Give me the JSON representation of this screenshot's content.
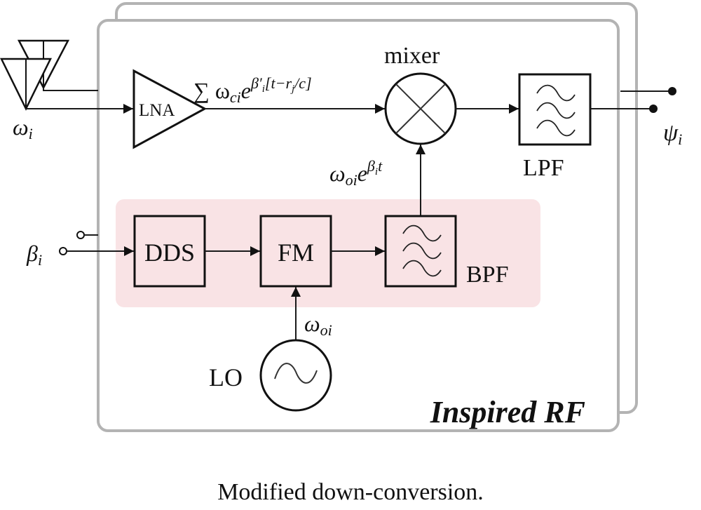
{
  "diagram": {
    "frame_title": "Inspired RF",
    "caption": "Modified down-conversion.",
    "colors": {
      "frame": "#b3b3b3",
      "lo_chain_bg": "#f9e3e5",
      "line": "#111111"
    },
    "antenna_label": "ω",
    "antenna_sub": "i",
    "lna_label": "LNA",
    "signal_sum": "∑ ω",
    "signal_sum_sub": "ci",
    "signal_e": "e",
    "signal_exp": "β′",
    "signal_exp_sub": "i",
    "signal_exp_tail": "[t−r",
    "signal_exp_tail_sub": "j",
    "signal_exp_end": "/c]",
    "mixer_label": "mixer",
    "lpf_label": "LPF",
    "output_label": "ψ",
    "output_sub": "i",
    "lo_signal": "ω",
    "lo_signal_sub": "oi",
    "lo_signal_e": "e",
    "lo_signal_exp": "β",
    "lo_signal_exp_sub": "i",
    "lo_signal_exp_t": "t",
    "beta_label": "β",
    "beta_sub": "i",
    "dds_label": "DDS",
    "fm_label": "FM",
    "bpf_label": "BPF",
    "lo_freq": "ω",
    "lo_freq_sub": "oi",
    "lo_label": "LO"
  }
}
